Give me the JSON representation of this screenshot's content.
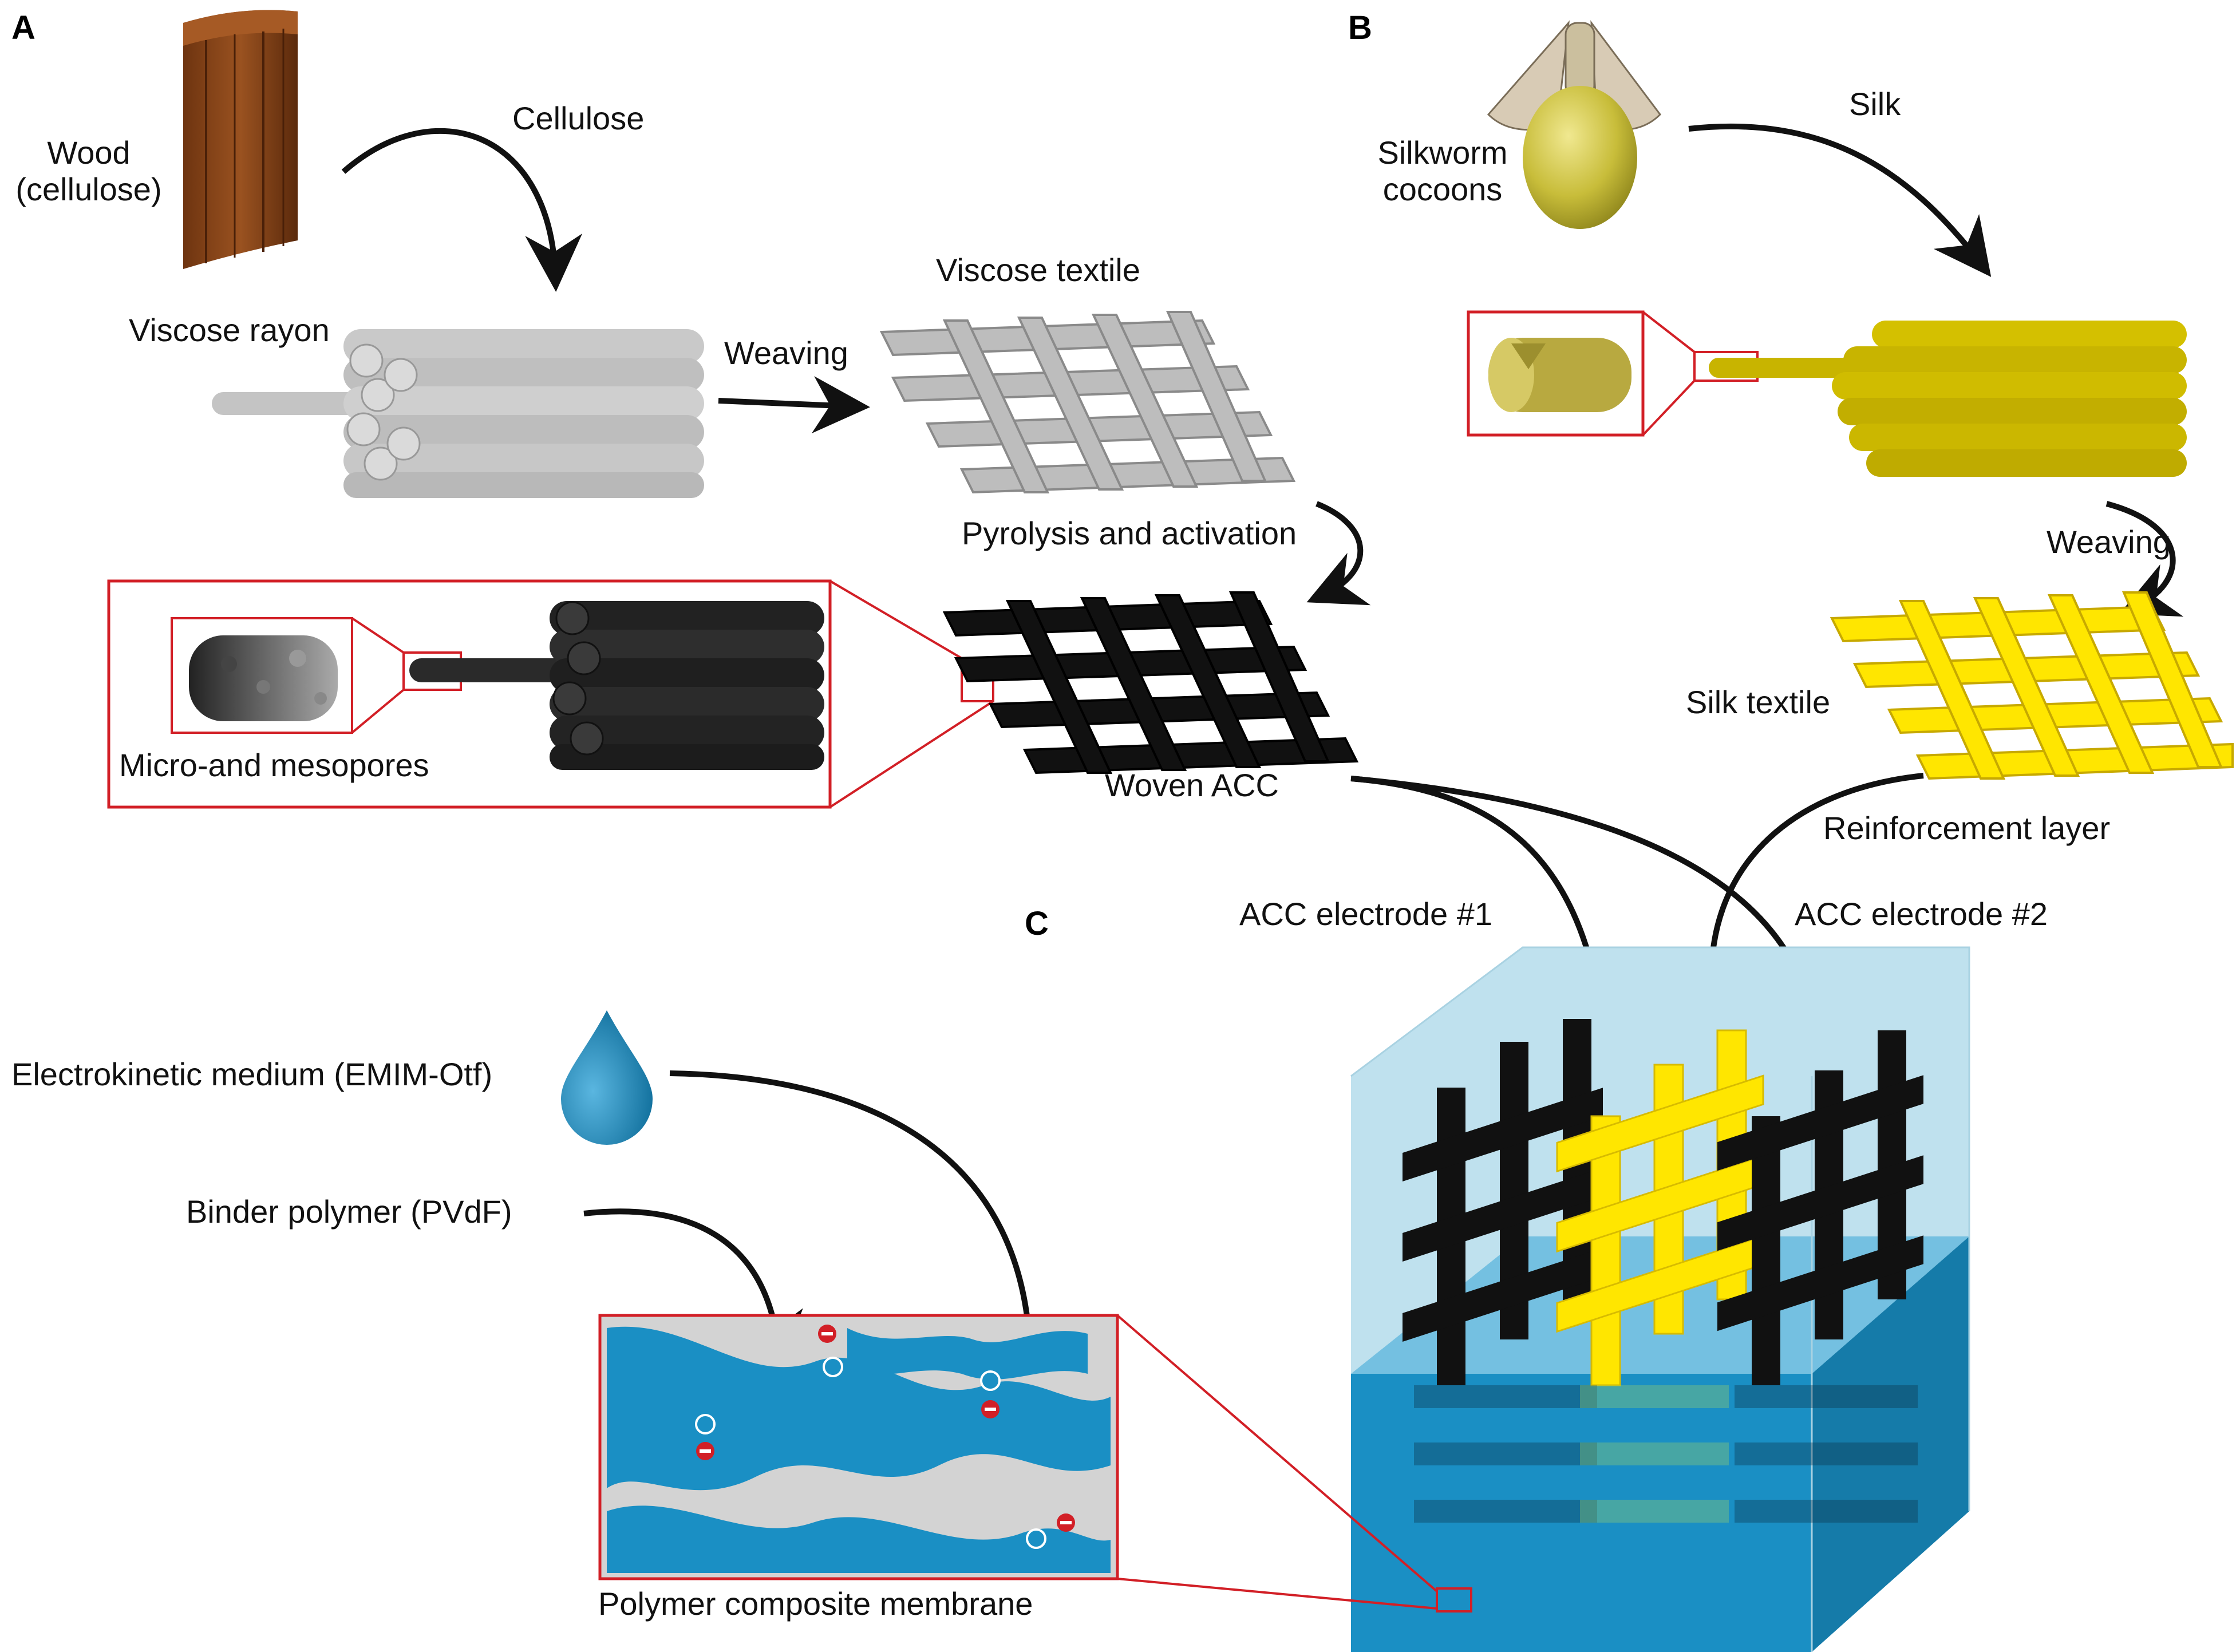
{
  "panels": {
    "a": "A",
    "b": "B",
    "c": "C"
  },
  "labels": {
    "wood_line1": "Wood",
    "wood_line2": "(cellulose)",
    "cellulose": "Cellulose",
    "viscose_rayon": "Viscose rayon",
    "weaving_a": "Weaving",
    "viscose_textile": "Viscose  textile",
    "pyrolysis": "Pyrolysis and activation",
    "micro_meso": "Micro-and mesopores",
    "woven_acc": "Woven ACC",
    "silkworm_line1": "Silkworm",
    "silkworm_line2": "cocoons",
    "silk": "Silk",
    "weaving_b": "Weaving",
    "silk_textile": "Silk textile",
    "reinforcement": "Reinforcement layer",
    "electrode1": "ACC electrode #1",
    "electrode2": "ACC electrode #2",
    "electrokinetic": "Electrokinetic medium (EMIM-Otf)",
    "binder": "Binder polymer (PVdF)",
    "membrane": "Polymer composite membrane"
  },
  "icons": [
    "wood-block-icon",
    "moth-icon",
    "cocoon-icon",
    "droplet-icon",
    "fiber-bundle-icon",
    "woven-textile-icon",
    "electrolyte-cube-icon",
    "plus-ion-icon",
    "minus-ion-icon"
  ],
  "colors": {
    "wood": "#8a4417",
    "rayon": "#bdbdbd",
    "carbon": "#1a1a1a",
    "silk": "#ffe600",
    "silk_fiber": "#c8b400",
    "medium": "#1a8fc4",
    "medium_light": "#bfe1ee",
    "highlight": "#d21f26"
  }
}
